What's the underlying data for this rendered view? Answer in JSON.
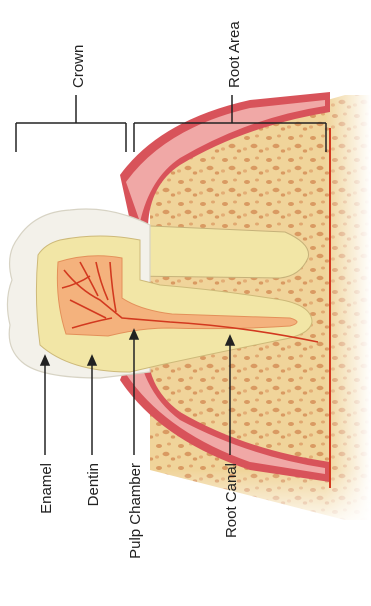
{
  "labels": {
    "crown": "Crown",
    "root_area": "Root Area",
    "enamel": "Enamel",
    "dentin": "Dentin",
    "pulp_chamber": "Pulp Chamber",
    "root_canal": "Root Canal"
  },
  "colors": {
    "enamel": "#f3f1ea",
    "dentin": "#f2e6a6",
    "pulp": "#f4b27d",
    "nerve": "#d2391f",
    "bone": "#f0d49a",
    "bone_spots": "#d99a62",
    "gum": "#d8535a",
    "gum_light": "#f0a8a6"
  }
}
